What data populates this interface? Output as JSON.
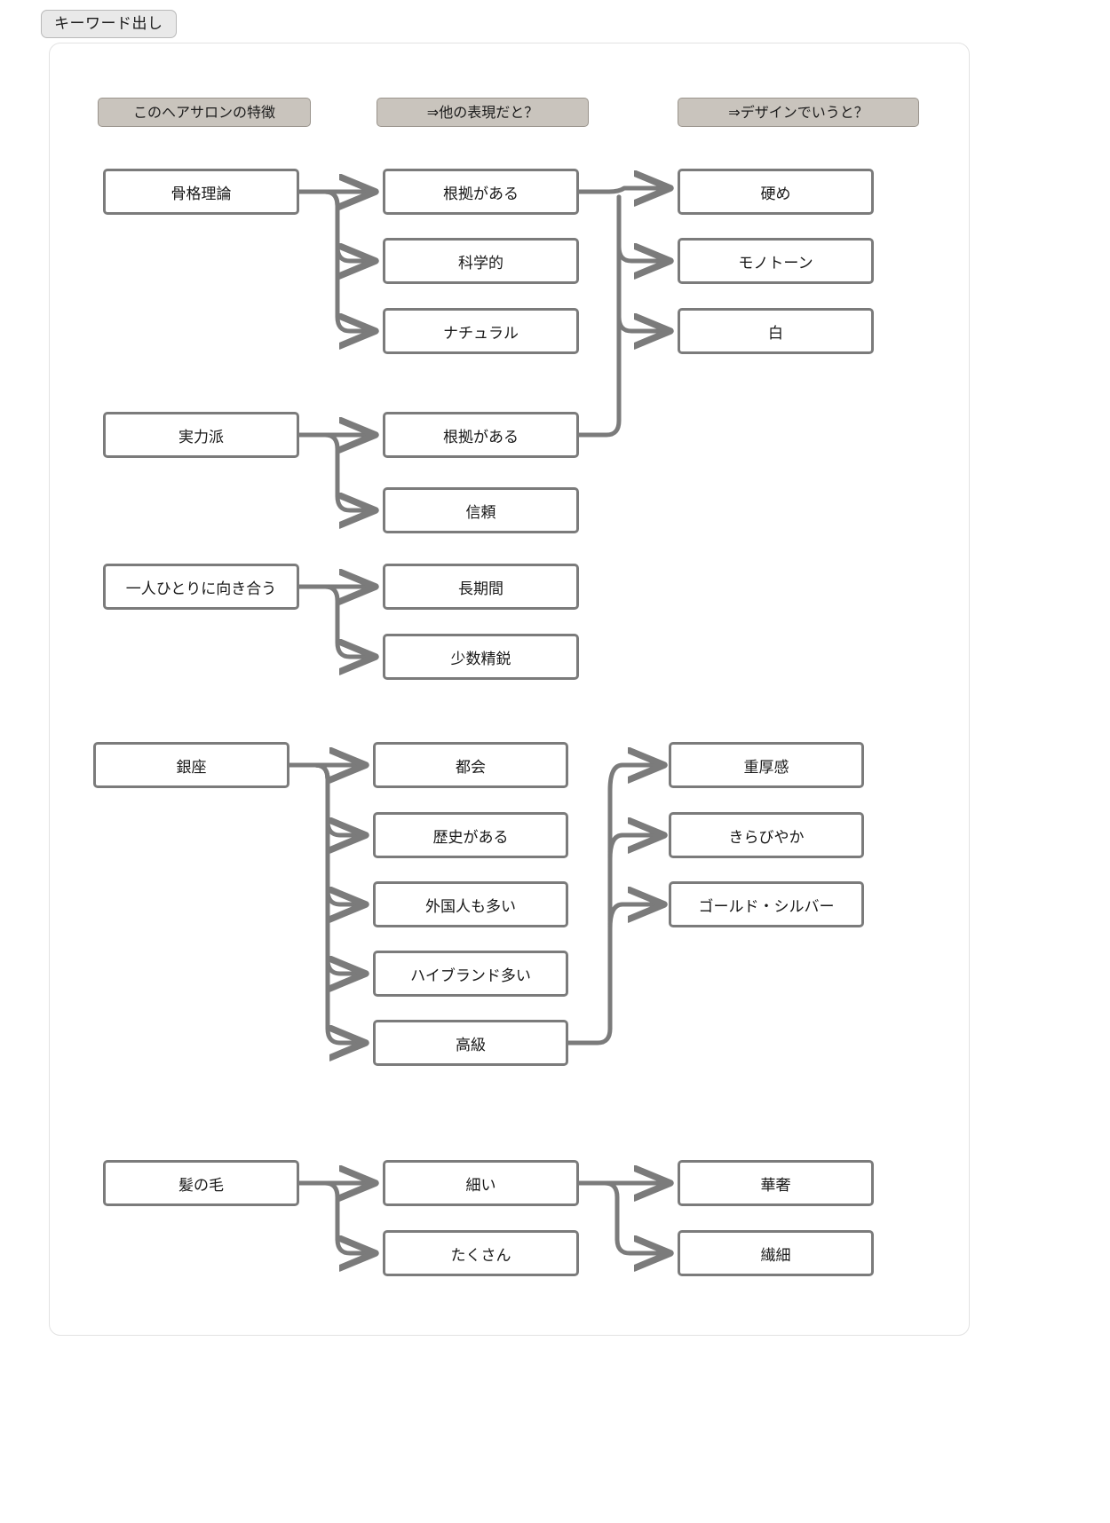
{
  "title_tab": {
    "label": "キーワード出し"
  },
  "columns": [
    {
      "id": "col-feature",
      "label": "このヘアサロンの特徴"
    },
    {
      "id": "col-rephrase",
      "label": "⇒他の表現だと？"
    },
    {
      "id": "col-design",
      "label": "⇒デザインでいうと？"
    }
  ],
  "colors": {
    "header_fill": "#c9c4bd",
    "header_border": "#9a948c",
    "node_border": "#7b7b7b",
    "node_fill": "#ffffff",
    "connector": "#7b7b7b",
    "card_border": "#e2e2e2",
    "tab_fill": "#e9e9e9",
    "page_bg": "#ffffff"
  },
  "groups": [
    {
      "id": "group-kokkaku",
      "source": {
        "label": "骨格理論"
      },
      "rephrase": [
        {
          "label": "根拠がある"
        },
        {
          "label": "科学的"
        },
        {
          "label": "ナチュラル"
        }
      ],
      "design": [
        {
          "label": "硬め"
        },
        {
          "label": "モノトーン"
        },
        {
          "label": "白"
        }
      ]
    },
    {
      "id": "group-jitsuryoku",
      "sources": [
        {
          "label": "実力派"
        },
        {
          "label": "一人ひとりに向き合う"
        }
      ],
      "rephrase": [
        {
          "label": "根拠がある"
        },
        {
          "label": "信頼"
        },
        {
          "label": "長期間"
        },
        {
          "label": "少数精鋭"
        }
      ],
      "design": []
    },
    {
      "id": "group-ginza",
      "source": {
        "label": "銀座"
      },
      "rephrase": [
        {
          "label": "都会"
        },
        {
          "label": "歴史がある"
        },
        {
          "label": "外国人も多い"
        },
        {
          "label": "ハイブランド多い"
        },
        {
          "label": "高級"
        }
      ],
      "design": [
        {
          "label": "重厚感"
        },
        {
          "label": "きらびやか"
        },
        {
          "label": "ゴールド・シルバー"
        }
      ]
    },
    {
      "id": "group-kaminoke",
      "source": {
        "label": "髪の毛"
      },
      "rephrase": [
        {
          "label": "細い"
        },
        {
          "label": "たくさん"
        }
      ],
      "design": [
        {
          "label": "華奢"
        },
        {
          "label": "繊細"
        }
      ]
    }
  ]
}
